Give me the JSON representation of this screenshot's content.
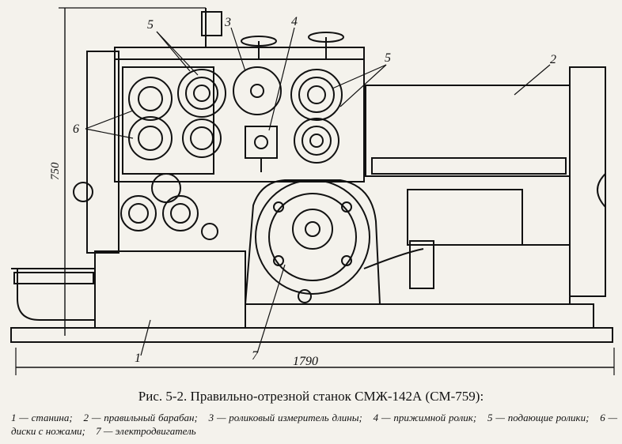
{
  "figure": {
    "callouts": {
      "c5a": "5",
      "c3": "3",
      "c4": "4",
      "c5b": "5",
      "c2": "2",
      "c6": "6",
      "c1": "1",
      "c7": "7"
    },
    "dims": {
      "height": "750",
      "width": "1790"
    }
  },
  "caption": {
    "title": "Рис. 5-2. Правильно-отрезной станок СМЖ-142А (СМ-759):"
  },
  "legend": [
    "1 — станина;",
    "2 — правильный барабан;",
    "3 — роликовый измеритель длины;",
    "4 — прижимной ролик;",
    "5 — подающие ролики;",
    "6 — диски с ножами;",
    "7 — электродвигатель"
  ]
}
